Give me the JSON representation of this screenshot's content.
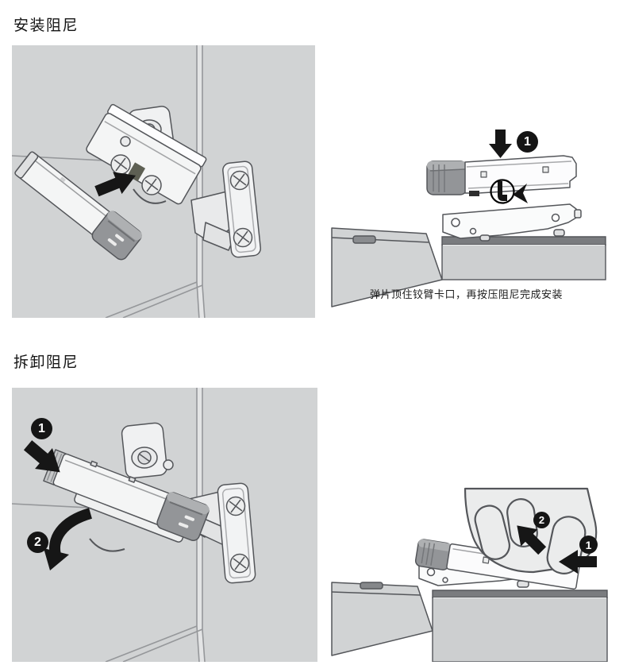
{
  "page": {
    "type": "product-instruction-sheet"
  },
  "install_section": {
    "title": "安装阻尼",
    "caption": "弹片顶住铰臂卡口，再按压阻尼完成安装",
    "step_1": "1"
  },
  "remove_section": {
    "title": "拆卸阻尼",
    "step_1": "1",
    "step_2": "2"
  },
  "colors": {
    "page_background": "#ffffff",
    "panel_background": "#d1d3d4",
    "line_art_stroke": "#54565a",
    "metal_light": "#f2f3f4",
    "damper_cap_gray": "#939598",
    "board_top_edge": "#7a7c7f",
    "board_face": "#cdcfd0",
    "annotation_black": "#161616"
  }
}
